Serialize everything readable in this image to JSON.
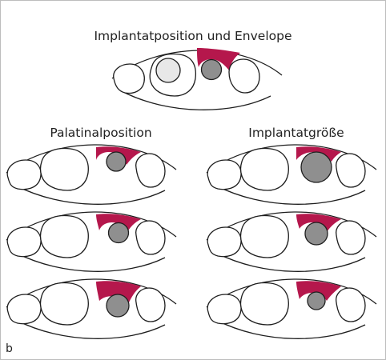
{
  "title": "Implantatposition und Envelope",
  "columns": {
    "left": "Palatinalposition",
    "right": "Implantatgröße"
  },
  "panel_label": "b",
  "colors": {
    "outline": "#1e1e1e",
    "soft_tissue": "#b5174c",
    "implant": "#8f8f8f",
    "envelope": "#e8e8e8"
  }
}
